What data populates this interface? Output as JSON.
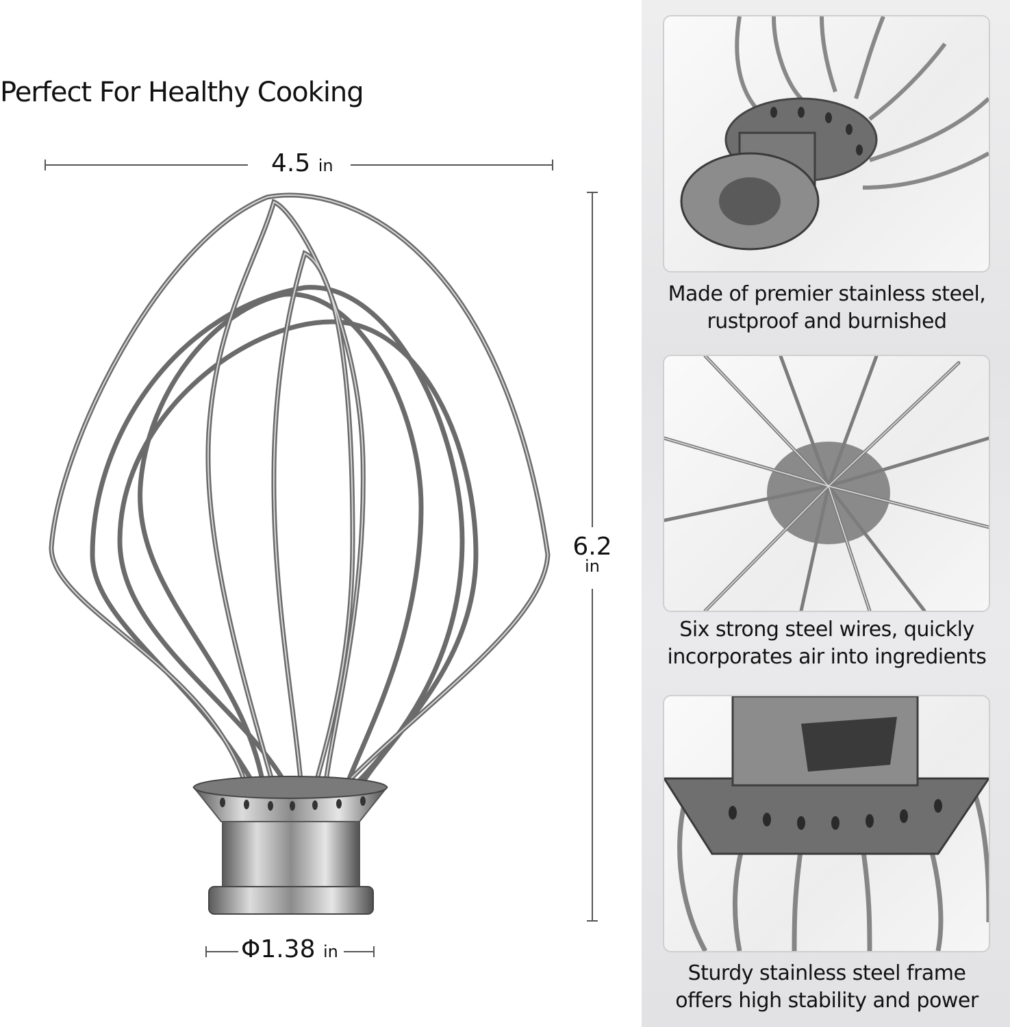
{
  "title": "Perfect For Healthy Cooking",
  "dimensions": {
    "width": {
      "value": "4.5",
      "unit": "in"
    },
    "height": {
      "value": "6.2",
      "unit": "in"
    },
    "diameter": {
      "value": "Φ1.38",
      "unit": "in"
    }
  },
  "features": [
    {
      "line1": "Made of premier stainless steel,",
      "line2": "rustproof and burnished",
      "image": "whisk-hub-top-view"
    },
    {
      "line1": "Six strong steel wires, quickly",
      "line2": "incorporates air into ingredients",
      "image": "whisk-wires-end-view"
    },
    {
      "line1": "Sturdy stainless steel frame",
      "line2": "offers high stability and power",
      "image": "whisk-frame-closeup"
    }
  ],
  "colors": {
    "steel": "#8a8a8a",
    "steel_dark": "#4a4a4a",
    "panel": "#e6e6e8"
  }
}
